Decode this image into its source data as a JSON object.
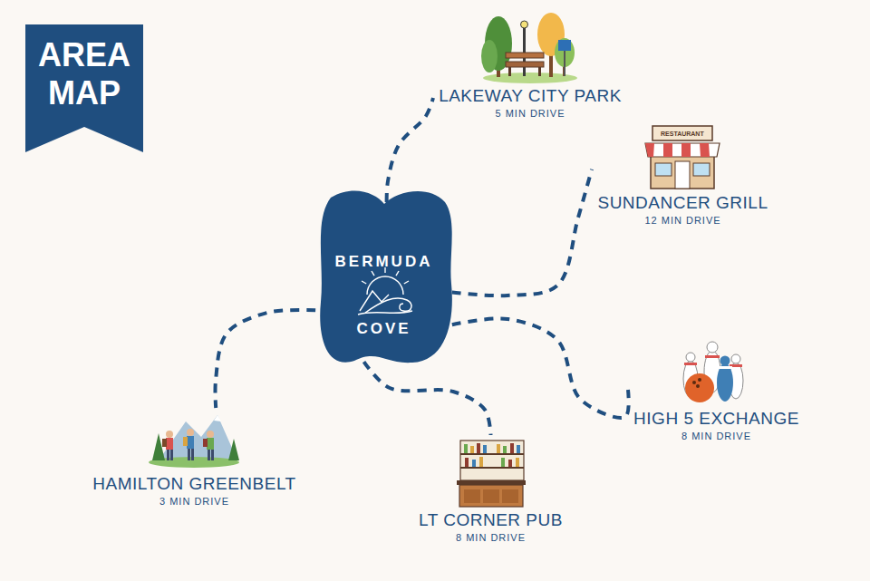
{
  "diagram": {
    "title": "AREA MAP",
    "nodes": [
      {
        "text": [
          "BERMUDA",
          "COVE"
        ]
      },
      {
        "text": [
          "LAKEWAY CITY PARK",
          "5 MIN DRIVE"
        ]
      },
      {
        "text": [
          "SUNDANCER GRILL",
          "12 MIN DRIVE"
        ]
      },
      {
        "text": [
          "HIGH 5 EXCHANGE",
          "8 MIN DRIVE"
        ]
      },
      {
        "text": [
          "LT CORNER PUB",
          "8 MIN DRIVE"
        ]
      },
      {
        "text": [
          "HAMILTON GREENBELT",
          "3 MIN DRIVE"
        ]
      }
    ],
    "edges": [
      {
        "from": 0,
        "to": 1,
        "arrow": "none"
      },
      {
        "from": 0,
        "to": 2,
        "arrow": "none"
      },
      {
        "from": 0,
        "to": 3,
        "arrow": "none"
      },
      {
        "from": 0,
        "to": 4,
        "arrow": "none"
      },
      {
        "from": 0,
        "to": 5,
        "arrow": "none"
      }
    ],
    "labels": [
      "RESTAURANT"
    ]
  }
}
